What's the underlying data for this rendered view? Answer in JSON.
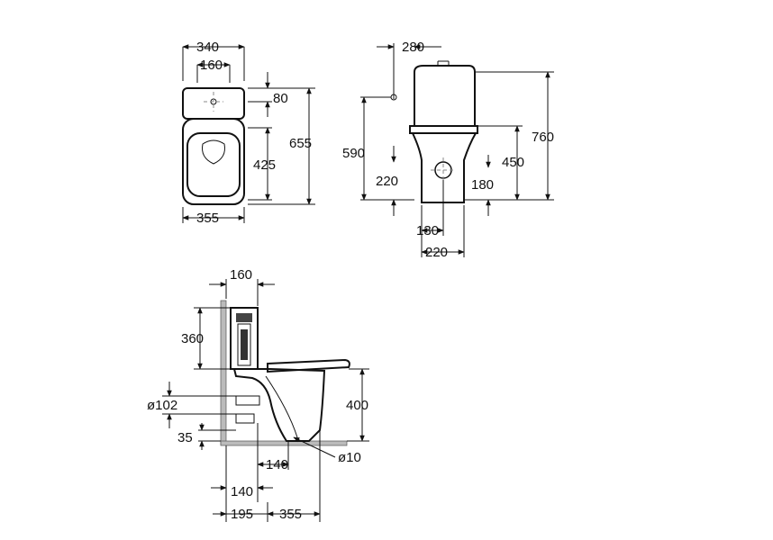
{
  "top_view": {
    "width_340": "340",
    "width_160": "160",
    "dim_80": "80",
    "dim_655": "655",
    "dim_425": "425",
    "width_355": "355"
  },
  "side_view": {
    "width_280": "280",
    "height_760": "760",
    "height_590": "590",
    "height_450": "450",
    "dim_220": "220",
    "dim_180": "180",
    "dim_130": "130",
    "width_220": "220"
  },
  "section_view": {
    "dim_160": "160",
    "dim_360": "360",
    "dim_400": "400",
    "dia_102": "ø102",
    "dim_35": "35",
    "dim_140_inner": "140",
    "dia_10": "ø10",
    "dim_140_outer": "140",
    "dim_195": "195",
    "dim_355": "355"
  }
}
